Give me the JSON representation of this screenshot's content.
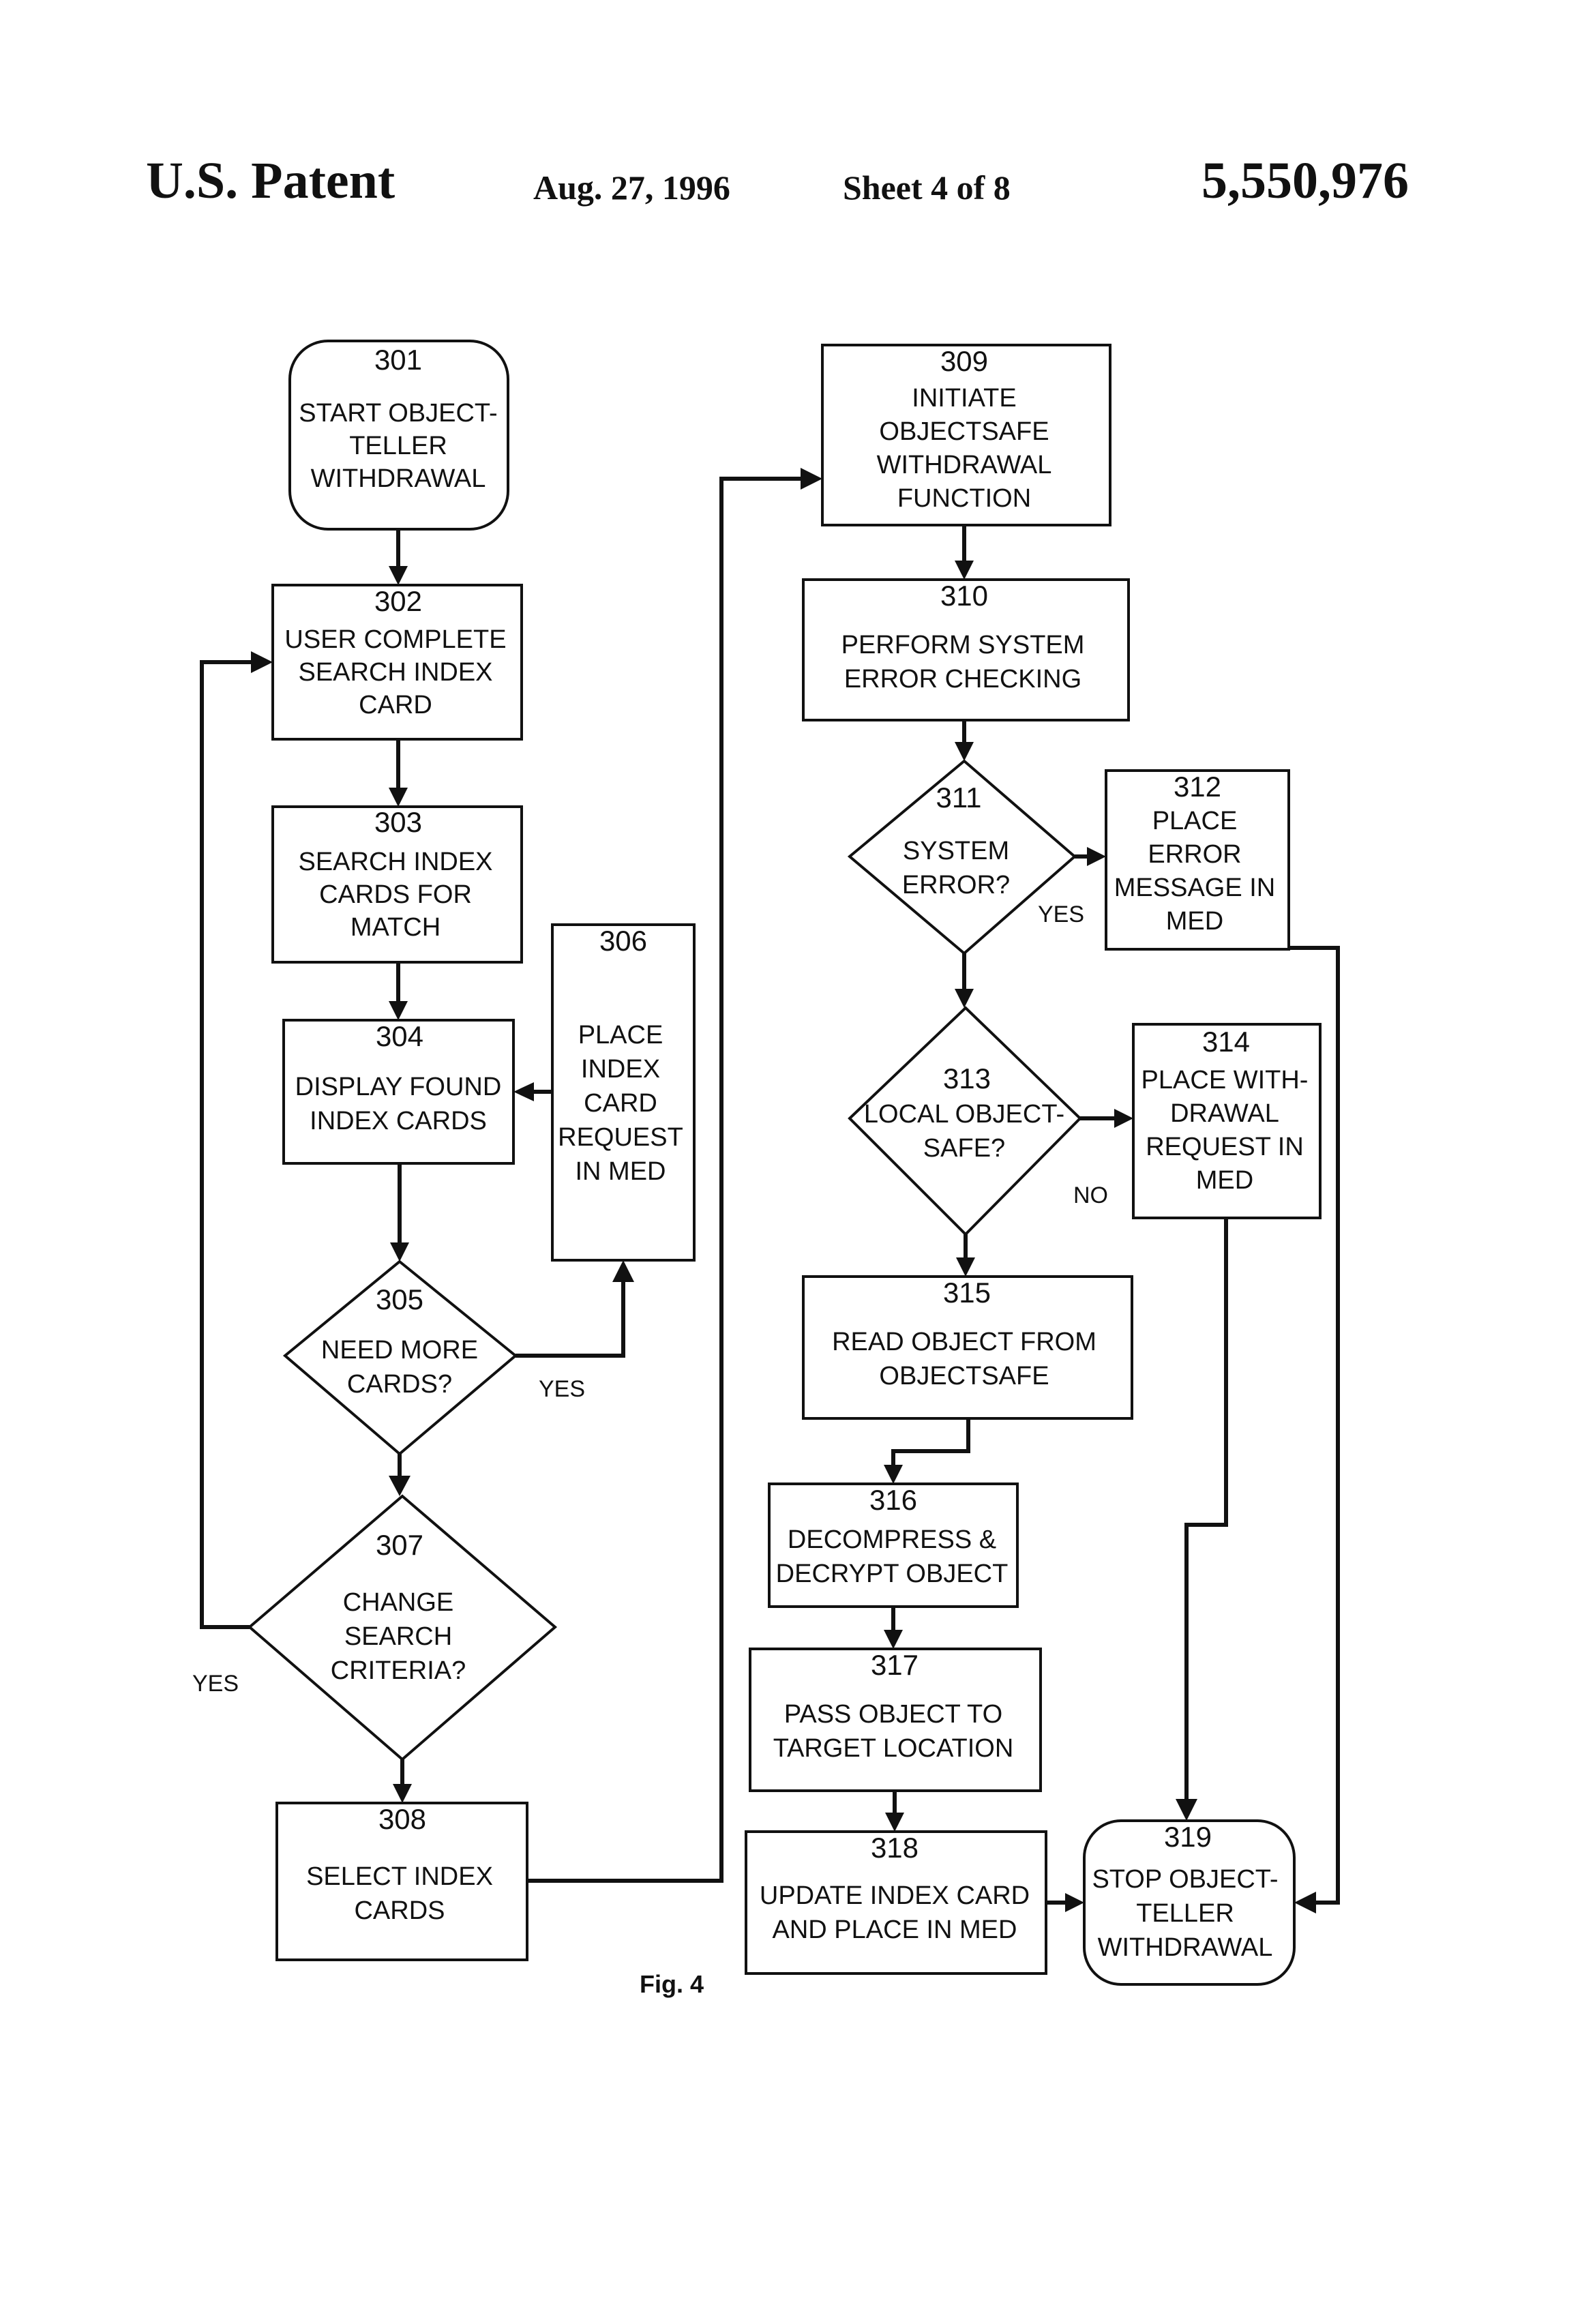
{
  "header": {
    "patent": "U.S. Patent",
    "date": "Aug. 27, 1996",
    "sheet": "Sheet 4 of 8",
    "number": "5,550,976"
  },
  "figure_label": "Fig. 4",
  "nodes": {
    "n301": {
      "id": "301",
      "lines": [
        "START OBJECT-",
        "TELLER",
        "WITHDRAWAL"
      ]
    },
    "n302": {
      "id": "302",
      "lines": [
        "USER COMPLETE",
        "SEARCH INDEX",
        "CARD"
      ]
    },
    "n303": {
      "id": "303",
      "lines": [
        "SEARCH INDEX",
        "CARDS FOR",
        "MATCH"
      ]
    },
    "n304": {
      "id": "304",
      "lines": [
        "DISPLAY FOUND",
        "INDEX CARDS"
      ]
    },
    "n305": {
      "id": "305",
      "lines": [
        "NEED MORE",
        "CARDS?"
      ]
    },
    "n306": {
      "id": "306",
      "lines": [
        "PLACE",
        "INDEX",
        "CARD",
        "REQUEST",
        "IN MED"
      ]
    },
    "n307": {
      "id": "307",
      "lines": [
        "CHANGE",
        "SEARCH",
        "CRITERIA?"
      ]
    },
    "n308": {
      "id": "308",
      "lines": [
        "SELECT INDEX",
        "CARDS"
      ]
    },
    "n309": {
      "id": "309",
      "lines": [
        "INITIATE",
        "OBJECTSAFE",
        "WITHDRAWAL",
        "FUNCTION"
      ]
    },
    "n310": {
      "id": "310",
      "lines": [
        "PERFORM SYSTEM",
        "ERROR CHECKING"
      ]
    },
    "n311": {
      "id": "311",
      "lines": [
        "SYSTEM",
        "ERROR?"
      ]
    },
    "n312": {
      "id": "312",
      "lines": [
        "PLACE",
        "ERROR",
        "MESSAGE IN",
        "MED"
      ]
    },
    "n313": {
      "id": "313",
      "lines": [
        "LOCAL OBJECT-",
        "SAFE?"
      ]
    },
    "n314": {
      "id": "314",
      "lines": [
        "PLACE WITH-",
        "DRAWAL",
        "REQUEST IN",
        "MED"
      ]
    },
    "n315": {
      "id": "315",
      "lines": [
        "READ OBJECT FROM",
        "OBJECTSAFE"
      ]
    },
    "n316": {
      "id": "316",
      "lines": [
        "DECOMPRESS &",
        "DECRYPT OBJECT"
      ]
    },
    "n317": {
      "id": "317",
      "lines": [
        "PASS OBJECT TO",
        "TARGET LOCATION"
      ]
    },
    "n318": {
      "id": "318",
      "lines": [
        "UPDATE INDEX CARD",
        "AND PLACE IN MED"
      ]
    },
    "n319": {
      "id": "319",
      "lines": [
        "STOP OBJECT-",
        "TELLER",
        "WITHDRAWAL"
      ]
    }
  },
  "edge_labels": {
    "yes_305": "YES",
    "yes_307": "YES",
    "yes_311": "YES",
    "no_313": "NO"
  }
}
